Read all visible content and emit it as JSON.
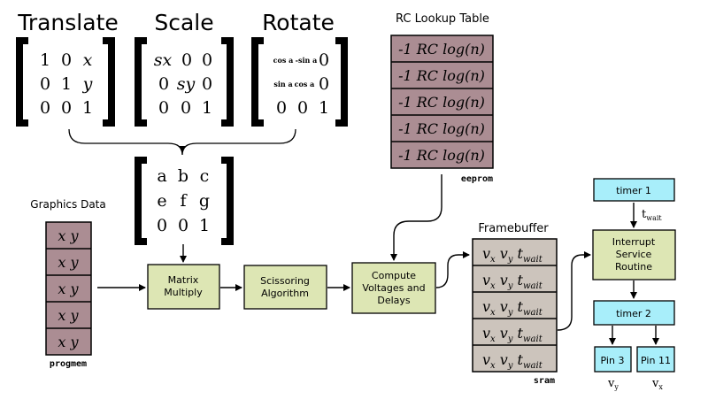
{
  "matrices": {
    "translate": {
      "title": "Translate",
      "rows": [
        [
          "1",
          "0",
          "x"
        ],
        [
          "0",
          "1",
          "y"
        ],
        [
          "0",
          "0",
          "1"
        ]
      ]
    },
    "scale": {
      "title": "Scale",
      "rows": [
        [
          "sx",
          "0",
          "0"
        ],
        [
          "0",
          "sy",
          "0"
        ],
        [
          "0",
          "0",
          "1"
        ]
      ]
    },
    "rotate": {
      "title": "Rotate",
      "rows": [
        [
          "cos a",
          "-sin a",
          "0"
        ],
        [
          "sin a",
          "cos a",
          "0"
        ],
        [
          "0",
          "0",
          "1"
        ]
      ]
    },
    "combined": {
      "rows": [
        [
          "a",
          "b",
          "c"
        ],
        [
          "e",
          "f",
          "g"
        ],
        [
          "0",
          "0",
          "1"
        ]
      ]
    }
  },
  "lookup": {
    "title": "RC Lookup Table",
    "entries": [
      "-1 RC log(n)",
      "-1 RC log(n)",
      "-1 RC log(n)",
      "-1 RC log(n)",
      "-1 RC log(n)"
    ],
    "storage": "eeprom"
  },
  "graphics": {
    "title": "Graphics Data",
    "entries": [
      "x y",
      "x y",
      "x y",
      "x y",
      "x y"
    ],
    "storage": "progmem"
  },
  "framebuffer": {
    "title": "Framebuffer",
    "entry": {
      "v": "v",
      "x": "x",
      "y": "y",
      "t": "t",
      "wait": "wait"
    },
    "count": 5,
    "storage": "sram"
  },
  "process": {
    "matrix_multiply": [
      "Matrix",
      "Multiply"
    ],
    "scissoring": [
      "Scissoring",
      "Algorithm"
    ],
    "compute": [
      "Compute",
      "Voltages and",
      "Delays"
    ],
    "isr": [
      "Interrupt",
      "Service",
      "Routine"
    ]
  },
  "timers": {
    "timer1": "timer 1",
    "timer2": "timer 2",
    "t_label": "t",
    "t_sub": "wait"
  },
  "pins": {
    "pin3": "Pin 3",
    "pin11": "Pin 11",
    "pin3_label": {
      "v": "v",
      "sub": "y"
    },
    "pin11_label": {
      "v": "v",
      "sub": "x"
    }
  },
  "colors": {
    "mauve": "#ab8d93",
    "taupe": "#ccc4bc",
    "green": "#dde6b4",
    "cyan": "#a8eefa"
  }
}
